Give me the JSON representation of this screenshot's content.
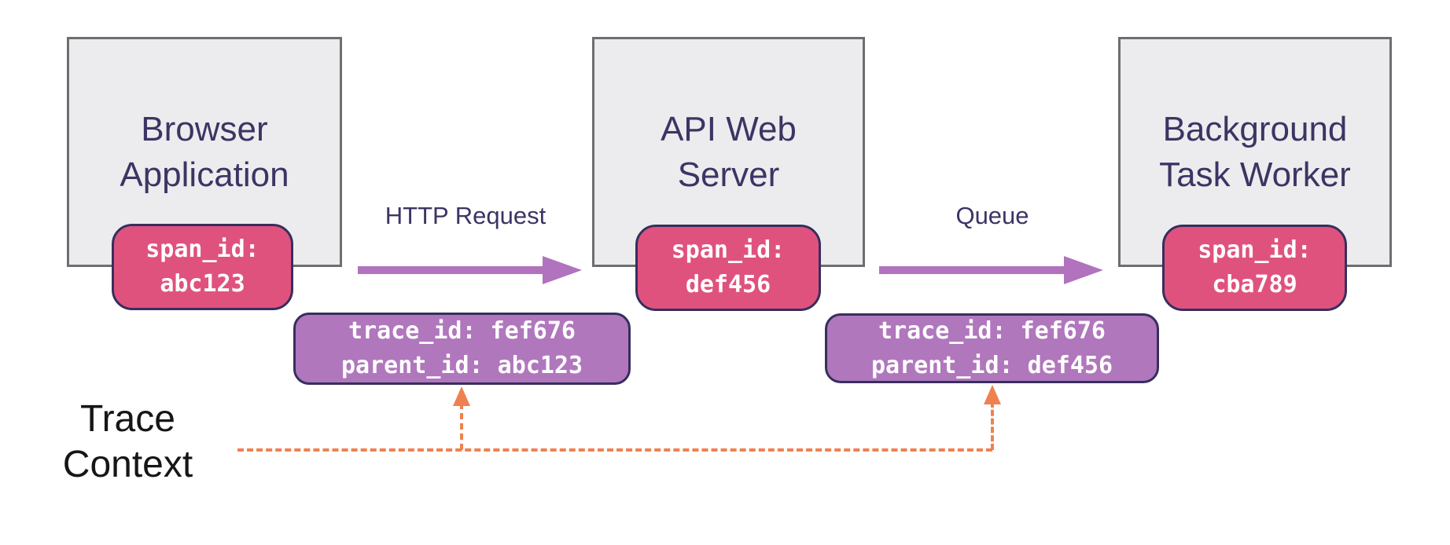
{
  "diagram": {
    "background": "#ffffff",
    "colors": {
      "node_fill": "#ececee",
      "node_border": "#6e6e70",
      "title_text": "#3b3564",
      "span_badge_fill": "#e0527e",
      "context_badge_fill": "#b077bd",
      "badge_border": "#362f5e",
      "badge_text": "#ffffff",
      "flow_arrow": "#b172be",
      "trace_context_line": "#ef8151",
      "trace_context_text": "#161616"
    },
    "nodes": [
      {
        "title": "Browser\nApplication",
        "span_badge": "span_id:\nabc123"
      },
      {
        "title": "API Web\nServer",
        "span_badge": "span_id:\ndef456"
      },
      {
        "title": "Background\nTask Worker",
        "span_badge": "span_id:\ncba789"
      }
    ],
    "flows": [
      {
        "label": "HTTP Request",
        "context_badge": "trace_id: fef676\nparent_id: abc123"
      },
      {
        "label": "Queue",
        "context_badge": "trace_id: fef676\nparent_id: def456"
      }
    ],
    "trace_context_label": "Trace\nContext"
  }
}
